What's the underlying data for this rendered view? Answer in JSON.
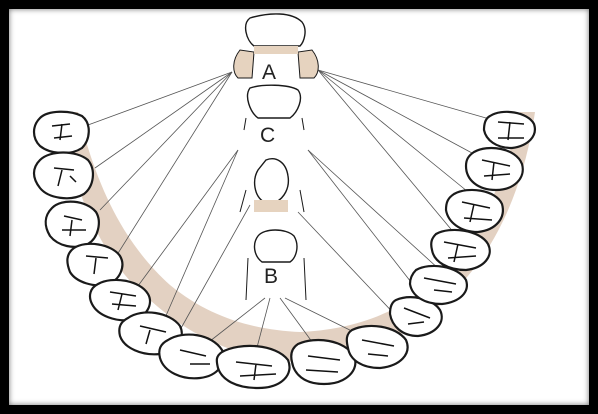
{
  "diagram": {
    "labels": {
      "a": "A",
      "b": "B",
      "c": "C"
    },
    "colors": {
      "frame": "#000000",
      "background": "#ffffff",
      "gum": "#d9c2ad",
      "tooth_fill": "#ffffff",
      "tooth_outline": "#1a1a1a",
      "fissure": "#111111",
      "leader_line": "#555555"
    }
  }
}
